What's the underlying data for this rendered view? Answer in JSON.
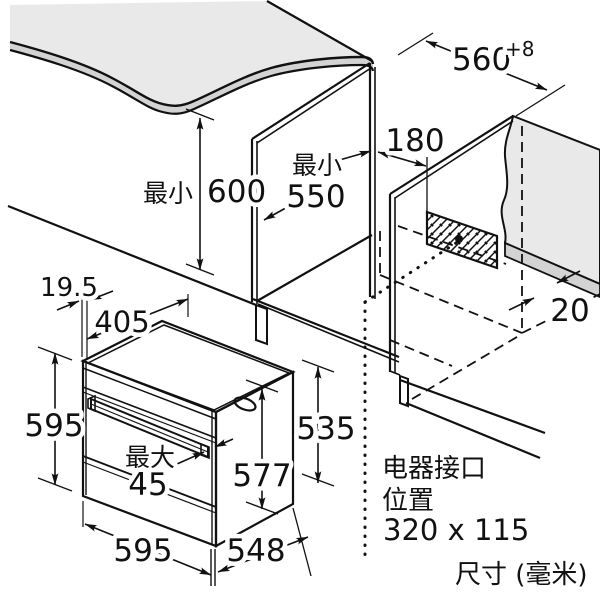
{
  "diagram": {
    "title_hint": "oven-installation-dimensions",
    "units_note": "尺寸 (毫米)",
    "dims": {
      "niche_height_min": {
        "label": "最小",
        "value": "600"
      },
      "niche_depth_min": {
        "label": "最小",
        "value": "550"
      },
      "rear_gap": "180",
      "niche_width": {
        "value": "560",
        "tolerance": "+8"
      },
      "wall_clearance": "20",
      "frame_overhang": "19.5",
      "top_depth": "405",
      "oven_height": "595",
      "door_protrusion_max": {
        "label": "最大",
        "value": "45"
      },
      "depth_with_door": "577",
      "rear_height": "535",
      "oven_width": "595",
      "body_depth": "548"
    },
    "annotations": {
      "connection_line1": "电器接口",
      "connection_line2": "位置",
      "connection_size": "320 x 115"
    },
    "colors": {
      "line": "#111111",
      "surface": "#e9e9e9",
      "surface_shadow": "#d3d3d3",
      "background": "#ffffff"
    }
  }
}
